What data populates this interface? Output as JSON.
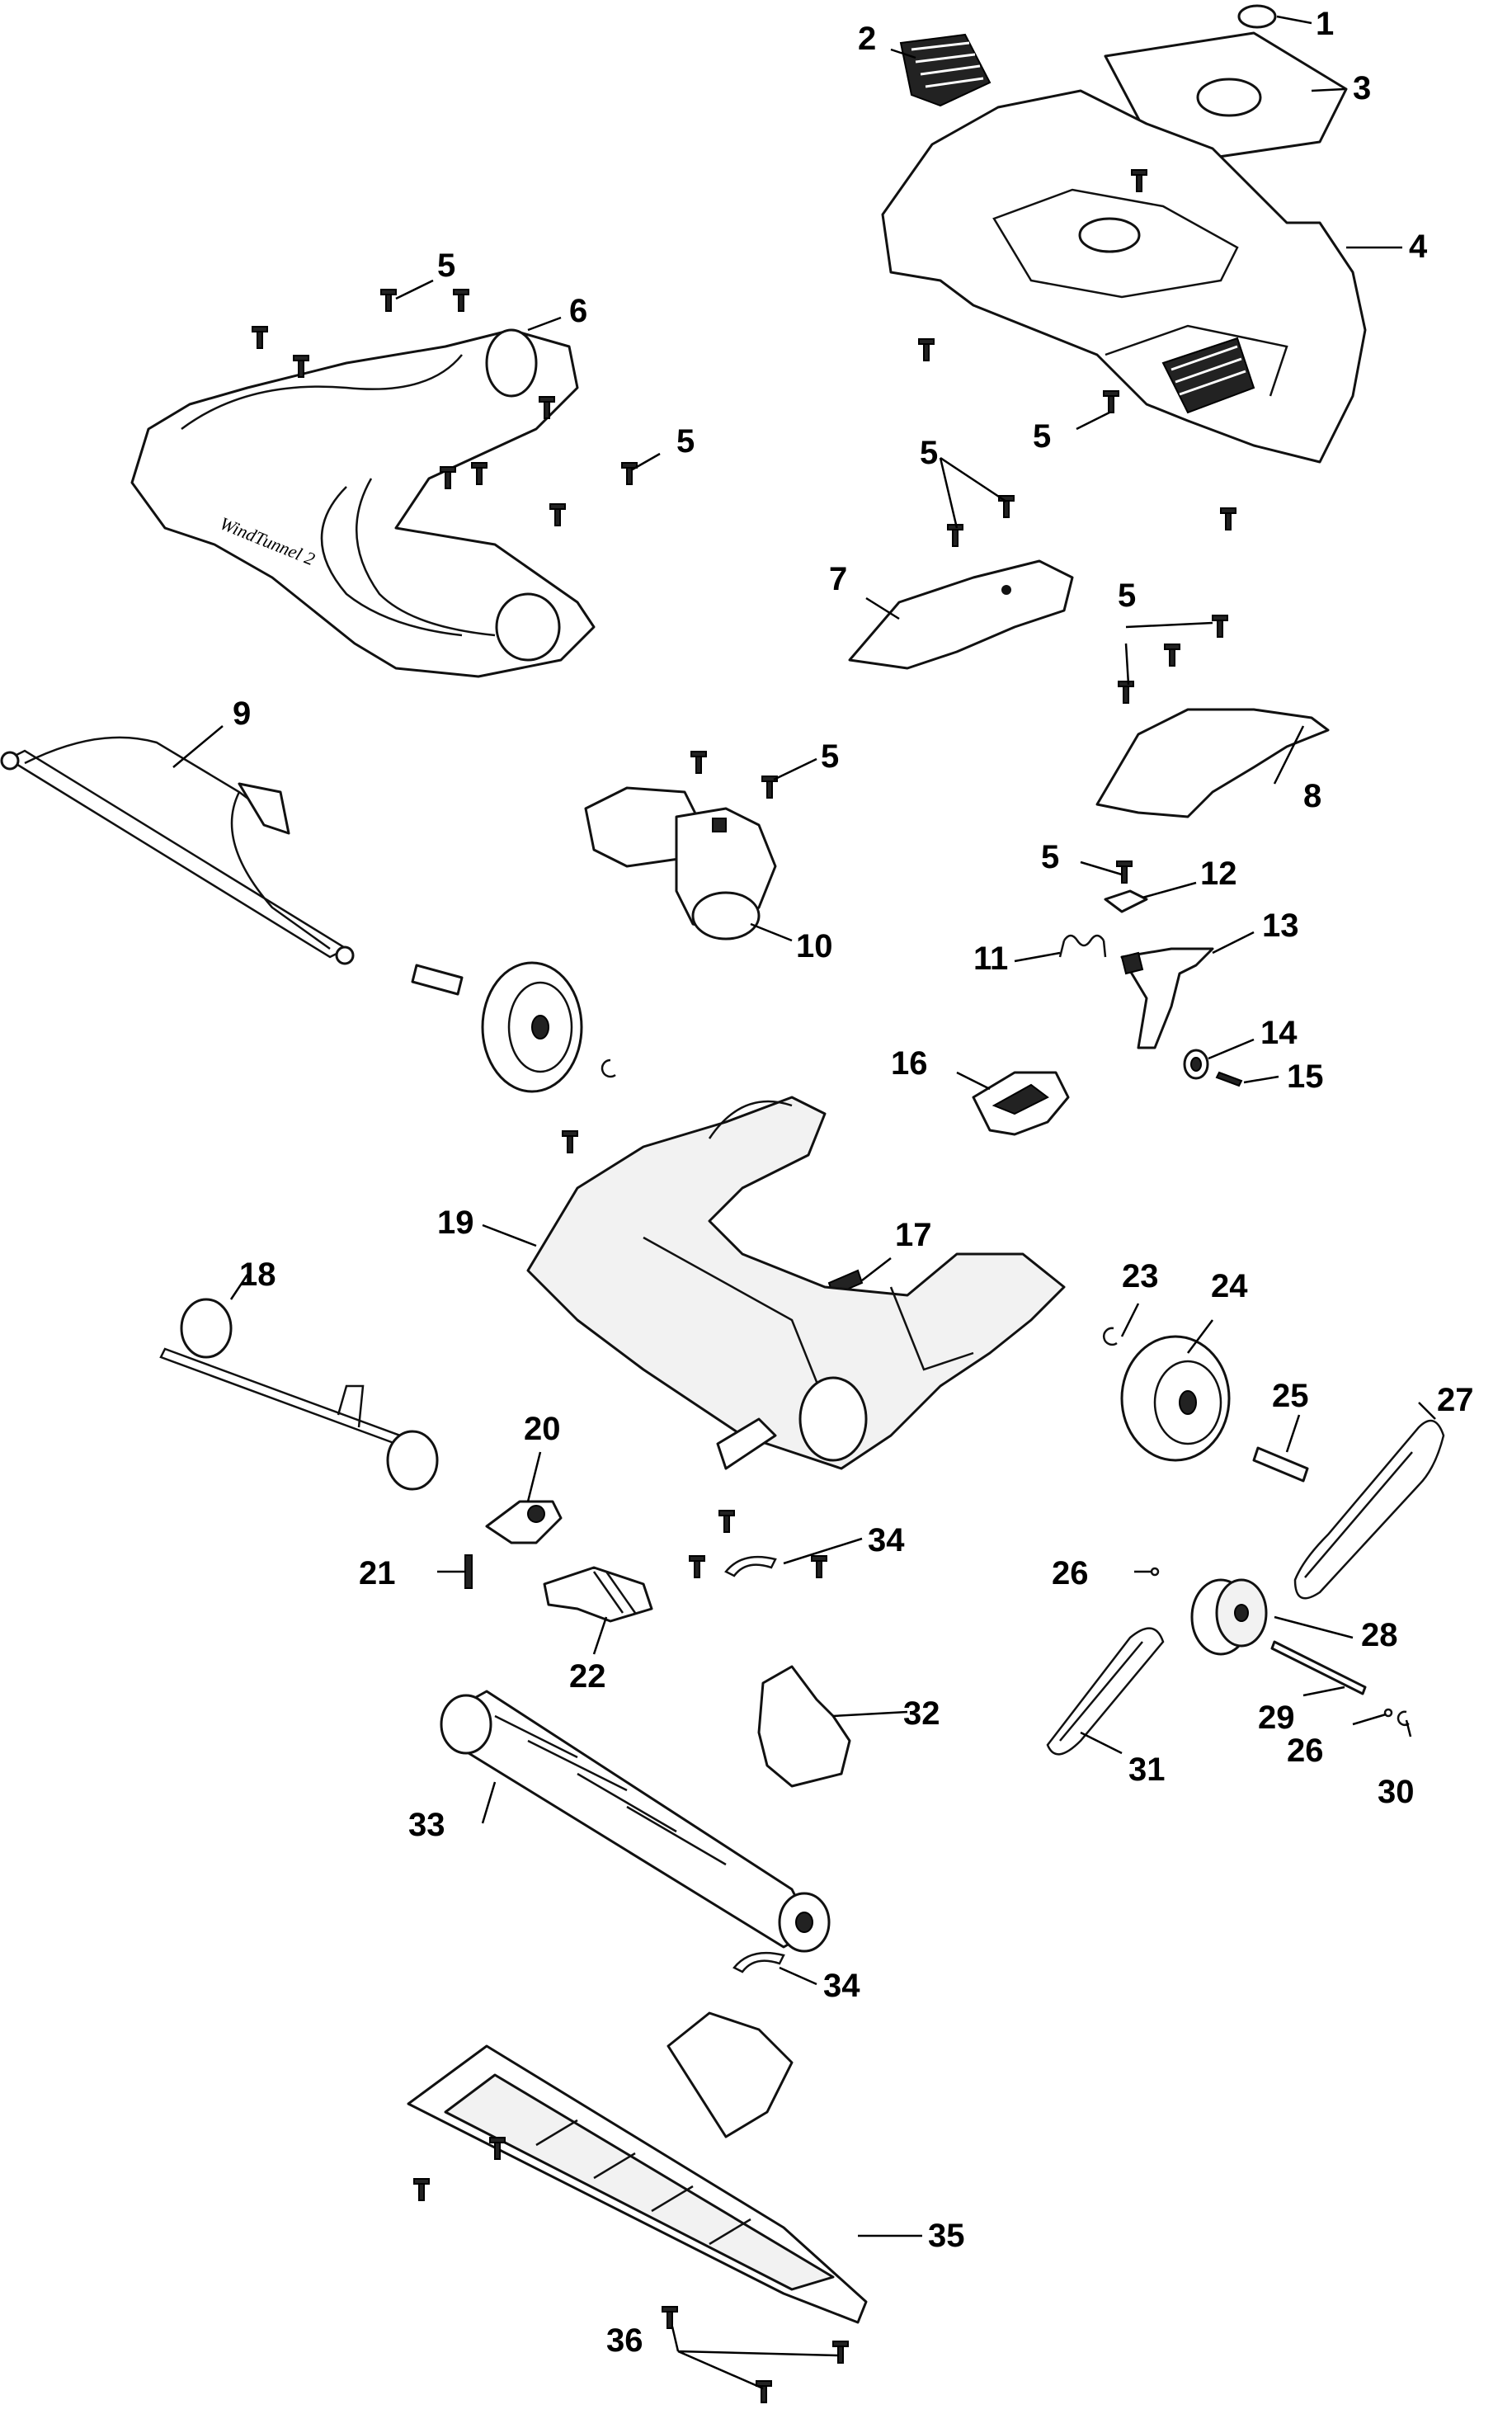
{
  "diagram": {
    "labels": [
      "1",
      "2",
      "3",
      "4",
      "5",
      "6",
      "7",
      "8",
      "9",
      "10",
      "11",
      "12",
      "13",
      "14",
      "15",
      "16",
      "17",
      "18",
      "19",
      "20",
      "21",
      "22",
      "23",
      "24",
      "25",
      "26",
      "27",
      "28",
      "29",
      "30",
      "31",
      "32",
      "33",
      "34",
      "35",
      "36"
    ],
    "brand_text": "WindTunnel 2"
  }
}
